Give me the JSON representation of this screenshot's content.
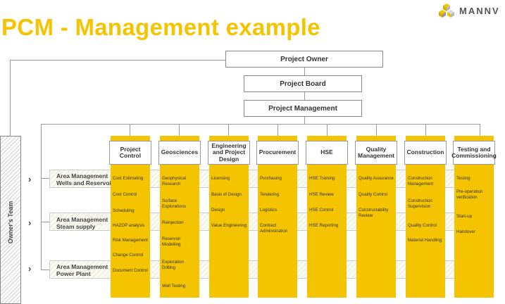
{
  "title": "PCM - Management example",
  "logo_text": "MANNV",
  "hierarchy": {
    "owner": "Project Owner",
    "board": "Project Board",
    "management": "Project Management"
  },
  "owners_team": "Owner's Team",
  "area_managements": [
    {
      "line1": "Area Management",
      "line2": "Wells and Reservoir"
    },
    {
      "line1": "Area Management",
      "line2": "Steam supply"
    },
    {
      "line1": "Area Management",
      "line2": "Power Plant"
    }
  ],
  "chevron": "›",
  "columns": [
    {
      "header": "Project Control",
      "items": [
        "Cost Estimating",
        "Cost Control",
        "Scheduling",
        "HAZOP analysis",
        "Risk Management",
        "Change Control",
        "Document Control"
      ]
    },
    {
      "header": "Geosciences",
      "items": [
        "Geophysical\nResearch",
        "Surface\nExplorations",
        "Reinjection",
        "Reservoir\nModelling",
        "Exploration\nDrilling",
        "Well Testing"
      ]
    },
    {
      "header": "Engineering\nand Project\nDesign",
      "items": [
        "Licensing",
        "Basis of Design",
        "Design",
        "Value Engineering"
      ]
    },
    {
      "header": "Procurement",
      "items": [
        "Purchasing",
        "Tendering",
        "Logistics",
        "Contract\nAdministration"
      ]
    },
    {
      "header": "HSE",
      "items": [
        "HSE Training",
        "HSE Review",
        "HSE Control",
        "HSE Reporting"
      ]
    },
    {
      "header": "Quality\nManagement",
      "items": [
        "Quality Assurance",
        "Quality Control",
        "Constructability\nReview"
      ]
    },
    {
      "header": "Construction",
      "items": [
        "Construction\nManagement",
        "Construction\nSupervision",
        "Quality Control",
        "Material Handling"
      ]
    },
    {
      "header": "Testing and\nCommissioning",
      "items": [
        "Testing",
        "Pre-operation\nverification",
        "Start-up",
        "Handover"
      ]
    }
  ]
}
